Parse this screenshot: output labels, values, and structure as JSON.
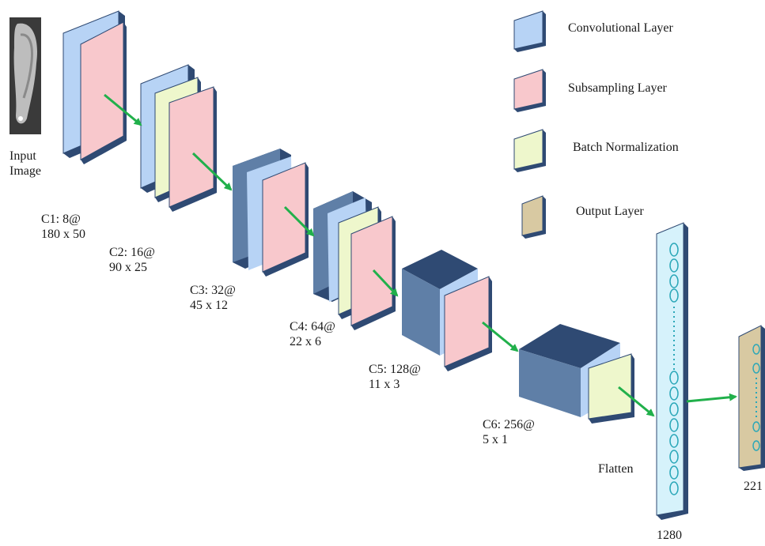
{
  "legend": {
    "convolutional": "Convolutional Layer",
    "subsampling": "Subsampling Layer",
    "batchnorm": "Batch Normalization",
    "output": "Output Layer"
  },
  "input": {
    "line1": "Input",
    "line2": "Image"
  },
  "layers": [
    {
      "id": "c1",
      "line1": "C1: 8@",
      "line2": "180 x 50"
    },
    {
      "id": "c2",
      "line1": "C2: 16@",
      "line2": "90 x 25"
    },
    {
      "id": "c3",
      "line1": "C3: 32@",
      "line2": "45 x 12"
    },
    {
      "id": "c4",
      "line1": "C4: 64@",
      "line2": "22 x 6"
    },
    {
      "id": "c5",
      "line1": "C5: 128@",
      "line2": "11 x 3"
    },
    {
      "id": "c6",
      "line1": "C6: 256@",
      "line2": "5 x 1"
    }
  ],
  "flatten": {
    "label": "Flatten",
    "size": "1280"
  },
  "output": {
    "size": "221"
  },
  "colors": {
    "convolutional": "#b7d3f5",
    "subsampling": "#f8c8cc",
    "batchnorm": "#eef7cc",
    "output": "#d8c9a2",
    "dark": "#2f4a73",
    "arrow": "#21b04b",
    "flatten": "#d6f2fb"
  }
}
